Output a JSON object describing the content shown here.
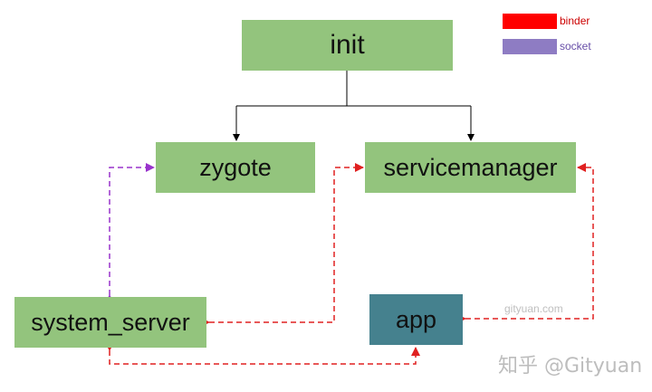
{
  "nodes": {
    "init": "init",
    "zygote": "zygote",
    "servicemanager": "servicemanager",
    "system_server": "system_server",
    "app": "app"
  },
  "legend": [
    {
      "label": "binder",
      "color": "#ff0000"
    },
    {
      "label": "socket",
      "color": "#8e7cc3"
    }
  ],
  "colors": {
    "node_fill": "#93c47d",
    "app_fill": "#45818e",
    "binder": "#e02020",
    "socket": "#9933cc",
    "tree_line": "#000000"
  },
  "watermarks": {
    "site": "gityuan.com",
    "handle": "知乎 @Gityuan"
  }
}
